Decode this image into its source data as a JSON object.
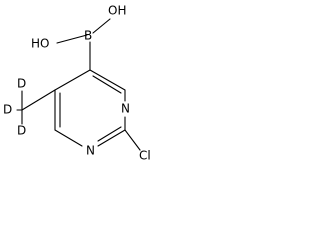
{
  "molecule": {
    "atoms": {
      "boron": "B",
      "oh_top": "OH",
      "ho_left": "HO",
      "nitrogen_right": "N",
      "nitrogen_bottom": "N",
      "chlorine_substituent": "Cl",
      "deuterium_top": "D",
      "deuterium_left": "D",
      "deuterium_bottom": "D"
    }
  }
}
